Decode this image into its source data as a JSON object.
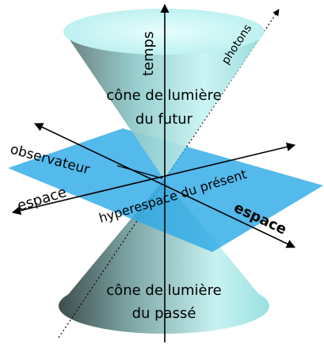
{
  "diagram": {
    "labels": {
      "time_axis": "temps",
      "photons": "photons",
      "future_cone_line1": "cône de lumière",
      "future_cone_line2": "du futur",
      "observer": "observateur",
      "space_left": "espace",
      "hyperplane": "hyperespace du présent",
      "space_right": "espace",
      "past_cone_line1": "cône de lumière",
      "past_cone_line2": "du passé"
    },
    "colors": {
      "cone_light": "#c8f6f6",
      "cone_mid": "#8fd6d6",
      "cone_dark": "#5b6f6f",
      "plane": "#2ea9e6",
      "axis": "#000000"
    }
  }
}
